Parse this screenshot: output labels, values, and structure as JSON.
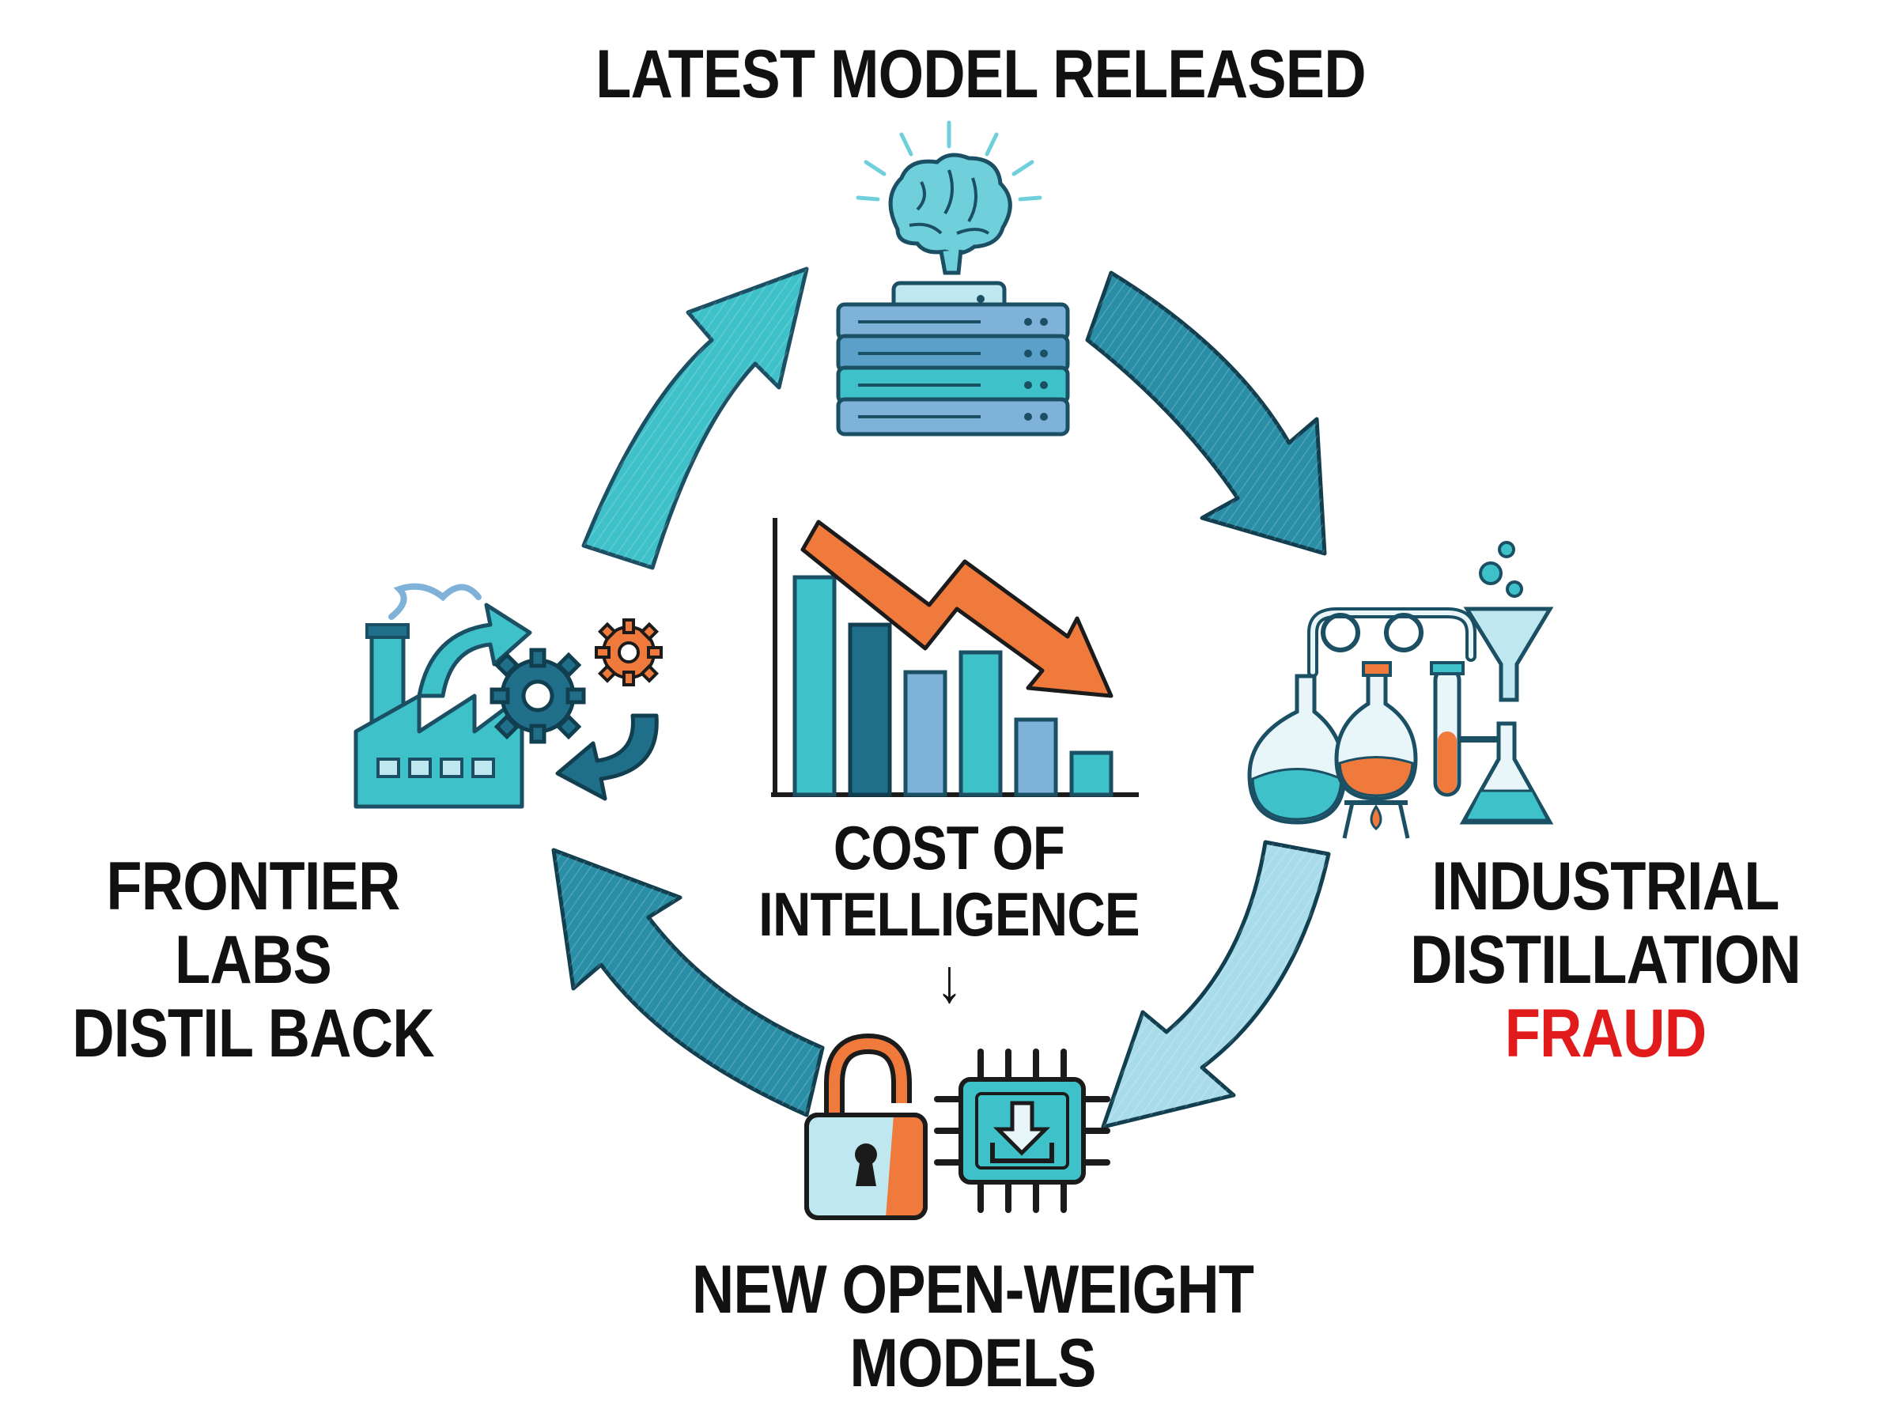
{
  "title": "LATEST MODEL RELEASED",
  "nodes": {
    "top": {
      "label": "LATEST MODEL RELEASED"
    },
    "right": {
      "line1": "INDUSTRIAL",
      "line2": "DISTILLATION",
      "line3": "FRAUD"
    },
    "bottom": {
      "line1": "NEW OPEN-WEIGHT",
      "line2": "MODELS"
    },
    "left": {
      "line1": "FRONTIER LABS",
      "line2": "DISTIL BACK"
    }
  },
  "center": {
    "line1": "COST OF",
    "line2": "INTELLIGENCE",
    "arrow": "↓"
  },
  "colors": {
    "teal_light": "#3fc1c9",
    "teal_mid": "#2a9bb0",
    "teal_dark": "#1f6f8b",
    "pale_blue": "#a9dcea",
    "orange": "#f07a3c",
    "red": "#e11b1b",
    "ink": "#111111"
  },
  "icons": [
    "brain-icon",
    "server-rack-icon",
    "lab-glassware-icon",
    "open-padlock-icon",
    "download-chip-icon",
    "factory-icon",
    "gears-icon",
    "bar-chart-icon"
  ]
}
